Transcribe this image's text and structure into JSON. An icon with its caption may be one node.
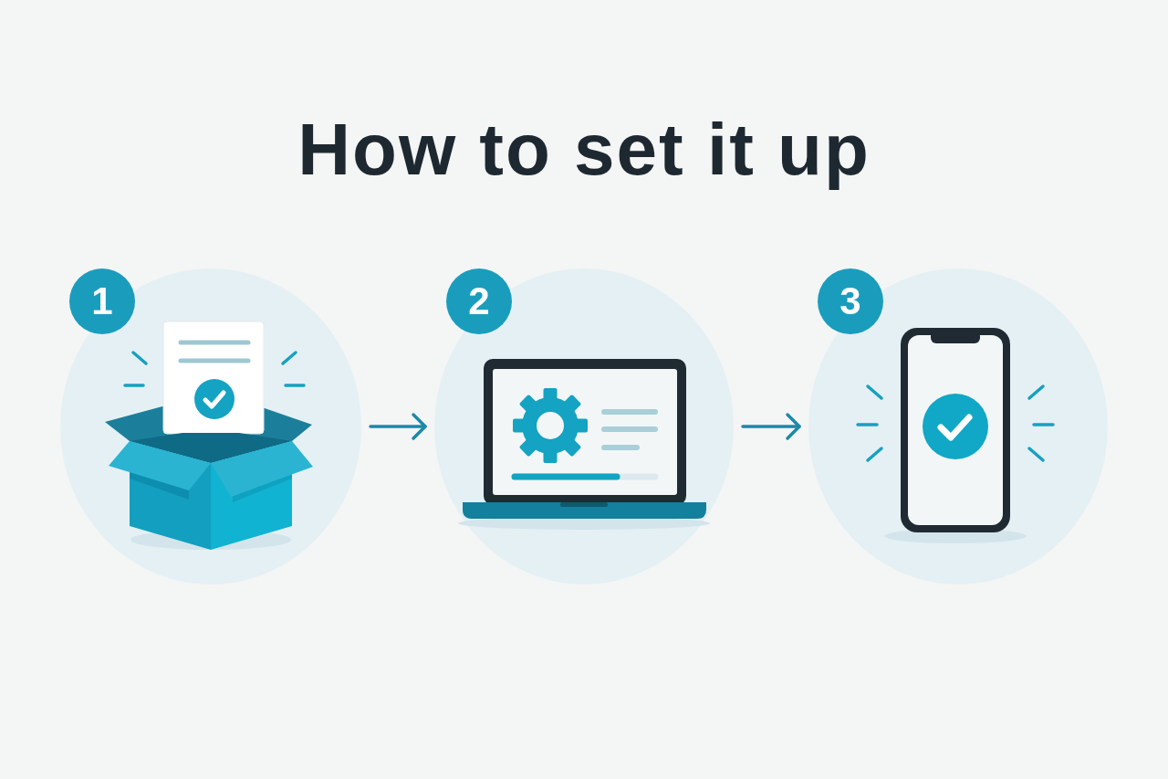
{
  "diagram": {
    "title": "How to set it up",
    "nodes": [
      {
        "text": [
          "1"
        ]
      },
      {
        "text": [],
        "shape": "circle"
      },
      {
        "text": [
          "2"
        ]
      },
      {
        "text": [],
        "shape": "circle"
      },
      {
        "text": [
          "3"
        ]
      },
      {
        "text": [],
        "shape": "circle"
      }
    ],
    "edges": [
      {
        "from": 1,
        "to": 3,
        "arrow": "to"
      },
      {
        "from": 3,
        "to": 5,
        "arrow": "to"
      }
    ]
  }
}
